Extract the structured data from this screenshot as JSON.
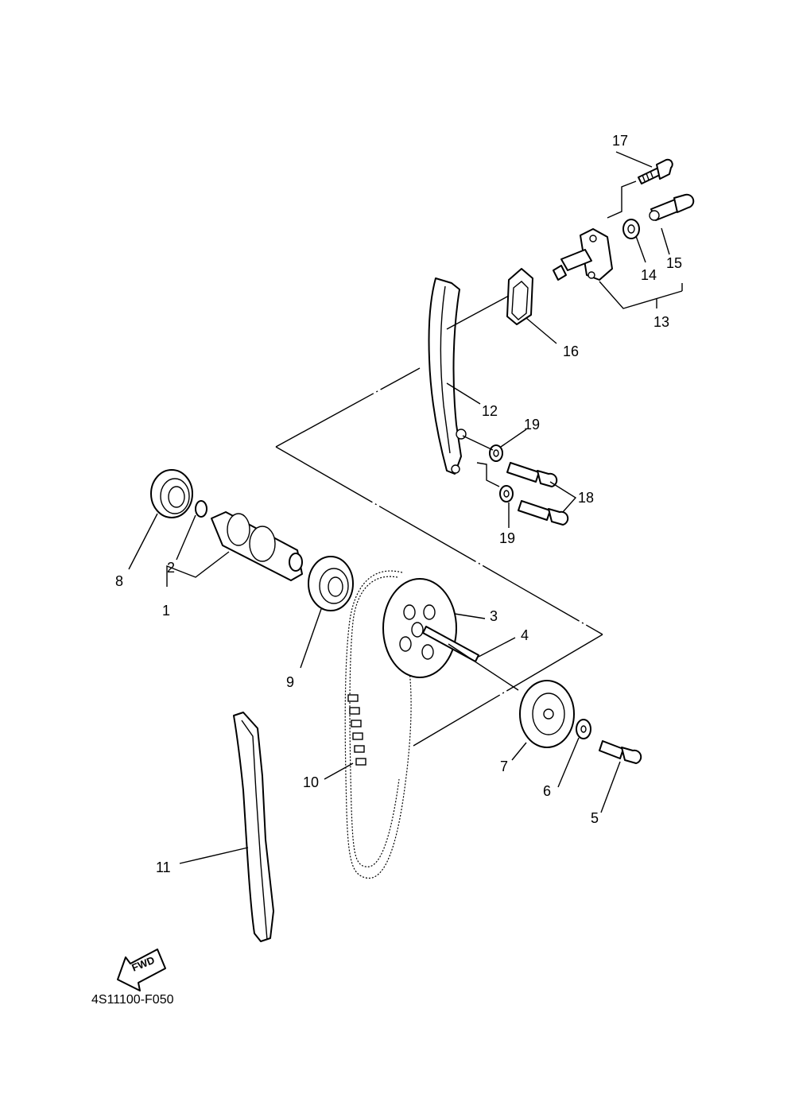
{
  "diagram": {
    "callouts": [
      "1",
      "2",
      "3",
      "4",
      "5",
      "6",
      "7",
      "8",
      "9",
      "10",
      "11",
      "12",
      "13",
      "14",
      "15",
      "16",
      "17",
      "18",
      "19",
      "19"
    ],
    "direction_badge": "FWD",
    "drawing_code": "4S11100-F050"
  }
}
